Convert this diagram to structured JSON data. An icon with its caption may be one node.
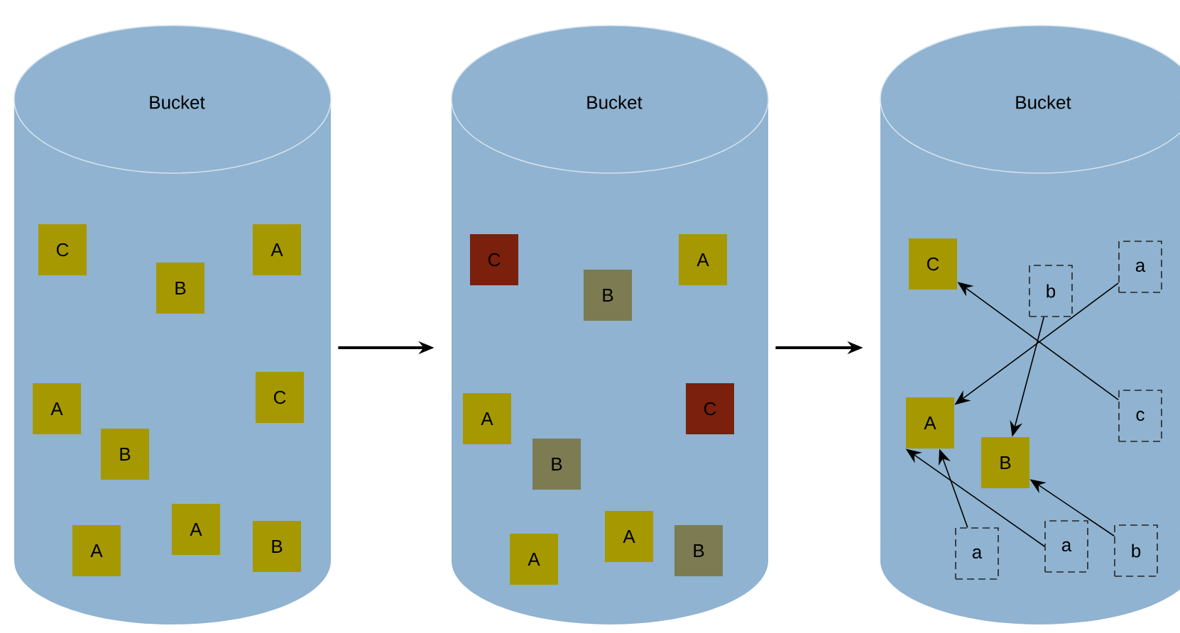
{
  "diagram": {
    "nodes": [
      {
        "text": [
          "Bucket"
        ]
      },
      {
        "text": [
          "C"
        ],
        "in": 0
      },
      {
        "text": [
          "A"
        ],
        "in": 0
      },
      {
        "text": [
          "B"
        ],
        "in": 0
      },
      {
        "text": [
          "C"
        ],
        "in": 0
      },
      {
        "text": [
          "A"
        ],
        "in": 0
      },
      {
        "text": [
          "B"
        ],
        "in": 0
      },
      {
        "text": [
          "A"
        ],
        "in": 0
      },
      {
        "text": [
          "B"
        ],
        "in": 0
      },
      {
        "text": [
          "A"
        ],
        "in": 0
      },
      {
        "text": [
          "Bucket"
        ]
      },
      {
        "text": [
          "C"
        ],
        "in": 10
      },
      {
        "text": [
          "A"
        ],
        "in": 10
      },
      {
        "text": [
          "B"
        ],
        "in": 10
      },
      {
        "text": [
          "C"
        ],
        "in": 10
      },
      {
        "text": [
          "A"
        ],
        "in": 10
      },
      {
        "text": [
          "B"
        ],
        "in": 10
      },
      {
        "text": [
          "A"
        ],
        "in": 10
      },
      {
        "text": [
          "B"
        ],
        "in": 10
      },
      {
        "text": [
          "A"
        ],
        "in": 10
      },
      {
        "text": [
          "Bucket"
        ]
      },
      {
        "text": [
          "a"
        ],
        "in": 20
      },
      {
        "text": [
          "C"
        ],
        "in": 20
      },
      {
        "text": [
          "b"
        ],
        "in": 20
      },
      {
        "text": [
          "c"
        ],
        "in": 20
      },
      {
        "text": [
          "A"
        ],
        "in": 20
      },
      {
        "text": [
          "B"
        ],
        "in": 20
      },
      {
        "text": [
          "a"
        ],
        "in": 20
      },
      {
        "text": [
          "b"
        ],
        "in": 20
      },
      {
        "text": [
          "a"
        ],
        "in": 20
      }
    ],
    "edges": [
      {
        "from": 0,
        "to": 10,
        "arrow": "to"
      },
      {
        "from": 10,
        "to": 20,
        "arrow": "to"
      },
      {
        "from": 24,
        "to": 22,
        "arrow": "to"
      },
      {
        "from": 21,
        "to": 25,
        "arrow": "to"
      },
      {
        "from": 23,
        "to": 26,
        "arrow": "to"
      },
      {
        "from": 28,
        "to": 26,
        "arrow": "to"
      },
      {
        "from": 27,
        "to": 25,
        "arrow": "to"
      },
      {
        "from": 29,
        "to": 25,
        "arrow": "to"
      }
    ]
  }
}
